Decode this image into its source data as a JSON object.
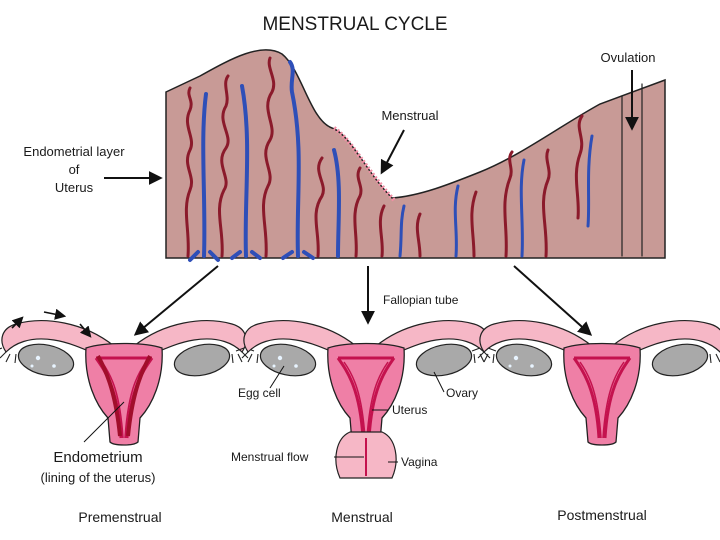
{
  "title": "MENSTRUAL CYCLE",
  "endometrium_panel": {
    "label_lines": [
      "Endometrial layer",
      "of",
      "Uterus"
    ],
    "menstrual_label": "Menstrual",
    "ovulation_label": "Ovulation"
  },
  "uterus_diagrams": {
    "premenstrual": {
      "caption": "Premenstrual",
      "endometrium_label": "Endometrium",
      "endometrium_sublabel": "(lining of the uterus)"
    },
    "menstrual": {
      "caption": "Menstrual",
      "fallopian_label": "Fallopian tube",
      "egg_label": "Egg cell",
      "ovary_label": "Ovary",
      "uterus_label": "Uterus",
      "flow_label": "Menstrual flow",
      "vagina_label": "Vagina"
    },
    "postmenstrual": {
      "caption": "Postmenstrual"
    }
  },
  "colors": {
    "tissue": "#c89a96",
    "tissue_outline": "#222222",
    "artery": "#8b1a2b",
    "vein": "#2e4fb8",
    "uterus_pink": "#ef7fa6",
    "uterus_inner": "#c4124e",
    "tube_pink": "#f6b7c6",
    "ovary_gray": "#a9a9a9",
    "shed_lining": "#f28fa5"
  }
}
